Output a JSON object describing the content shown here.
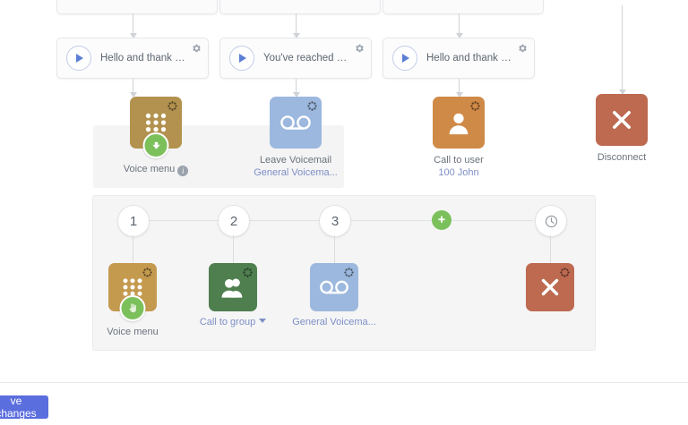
{
  "canvas": {
    "announcements": [
      {
        "text": "Hello and thank you f...",
        "play_icon": "play-icon",
        "settings_icon": "gear-icon"
      },
      {
        "text": "You've reached our o...",
        "play_icon": "play-icon",
        "settings_icon": "gear-icon"
      },
      {
        "text": "Hello and thank you f...",
        "play_icon": "play-icon",
        "settings_icon": "gear-icon"
      }
    ],
    "nodes": [
      {
        "id": "voice-menu-main",
        "label": "Voice menu",
        "link": "",
        "icon": "dialpad-icon",
        "color": "#b3924f",
        "badge": "arrow-down-icon",
        "info": "i"
      },
      {
        "id": "leave-voicemail",
        "label": "Leave Voicemail",
        "link": "General Voicema...",
        "icon": "voicemail-icon",
        "color": "#9cb8de",
        "badge": "",
        "info": ""
      },
      {
        "id": "call-to-user",
        "label": "Call to user",
        "link": "100 John",
        "icon": "user-icon",
        "color": "#d08a47",
        "badge": "",
        "info": ""
      },
      {
        "id": "disconnect",
        "label": "Disconnect",
        "link": "",
        "icon": "close-icon",
        "color": "#bd6a51",
        "badge": "",
        "info": ""
      }
    ],
    "subflow": {
      "steps": [
        {
          "label": "1",
          "kind": "number"
        },
        {
          "label": "2",
          "kind": "number"
        },
        {
          "label": "3",
          "kind": "number"
        },
        {
          "label": "",
          "kind": "plus",
          "icon": "plus-icon"
        },
        {
          "label": "",
          "kind": "timeout",
          "icon": "clock-icon"
        }
      ],
      "nodes": [
        {
          "id": "sub-voice-menu",
          "label": "Voice menu",
          "link": "",
          "icon": "dialpad-icon",
          "color": "#c49a4f",
          "badge": "hand-cursor-icon"
        },
        {
          "id": "sub-call-to-group",
          "label": "",
          "link": "Call to group",
          "icon": "group-icon",
          "color": "#4f7f4f",
          "badge": "",
          "has_caret": true
        },
        {
          "id": "sub-general-voicemail",
          "label": "",
          "link": "General Voicema...",
          "icon": "voicemail-icon",
          "color": "#9cb8de",
          "badge": ""
        },
        {
          "id": "sub-disconnect",
          "label": "",
          "link": "",
          "icon": "close-icon",
          "color": "#bd6a51",
          "badge": ""
        }
      ]
    }
  },
  "footer": {
    "save_label": "ve changes"
  },
  "colors": {
    "accent": "#5b6ede",
    "green": "#7cc05c",
    "link": "#7d8fc4",
    "panel": "#f5f5f6",
    "line": "#cfd3d8"
  }
}
